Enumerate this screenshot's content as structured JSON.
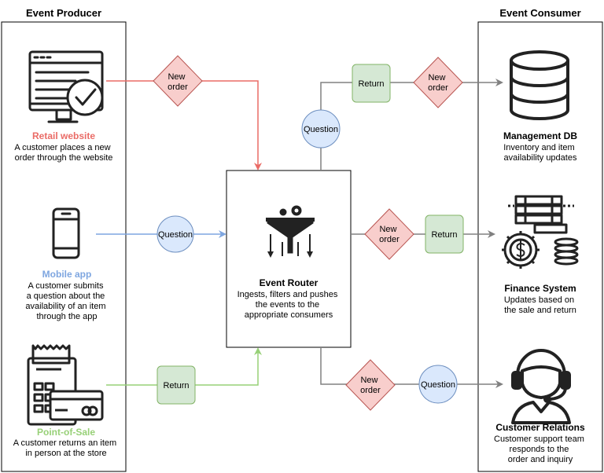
{
  "producer": {
    "header": "Event Producer",
    "items": [
      {
        "title": "Retail website",
        "desc": [
          "A customer places a new",
          "order through the website"
        ],
        "color": "#ea6b66"
      },
      {
        "title": "Mobile app",
        "desc": [
          "A customer submits",
          "a question about the",
          "availability of an item",
          "through the app"
        ],
        "color": "#7ea6e0"
      },
      {
        "title": "Point-of-Sale",
        "desc": [
          "A customer returns an item",
          "in person at the store"
        ],
        "color": "#97d077"
      }
    ]
  },
  "router": {
    "title": "Event Router",
    "desc": [
      "Ingests, filters and pushes",
      "the events to the",
      "appropriate consumers"
    ]
  },
  "consumer": {
    "header": "Event Consumer",
    "items": [
      {
        "title": "Management DB",
        "desc": [
          "Inventory and item",
          "availability updates"
        ]
      },
      {
        "title": "Finance System",
        "desc": [
          "Updates based on",
          "the sale and return"
        ]
      },
      {
        "title": "Customer Relations",
        "desc": [
          "Customer support team",
          "responds to the",
          "order and inquiry"
        ]
      }
    ]
  },
  "events": {
    "new_order": [
      "New",
      "order"
    ],
    "question": "Question",
    "return": "Return"
  },
  "colors": {
    "red_line": "#ea6b66",
    "blue_line": "#7ea6e0",
    "green_line": "#97d077",
    "gray_line": "#808080",
    "diamond_fill": "#f8cecc",
    "diamond_stroke": "#b85450",
    "circle_fill": "#dae8fc",
    "circle_stroke": "#6c8ebf",
    "rect_fill": "#d5e8d4",
    "rect_stroke": "#82b366"
  },
  "icons": [
    "monitor-check-icon",
    "smartphone-icon",
    "pos-terminal-icon",
    "funnel-gear-icon",
    "database-icon",
    "finance-icon",
    "headset-agent-icon"
  ]
}
